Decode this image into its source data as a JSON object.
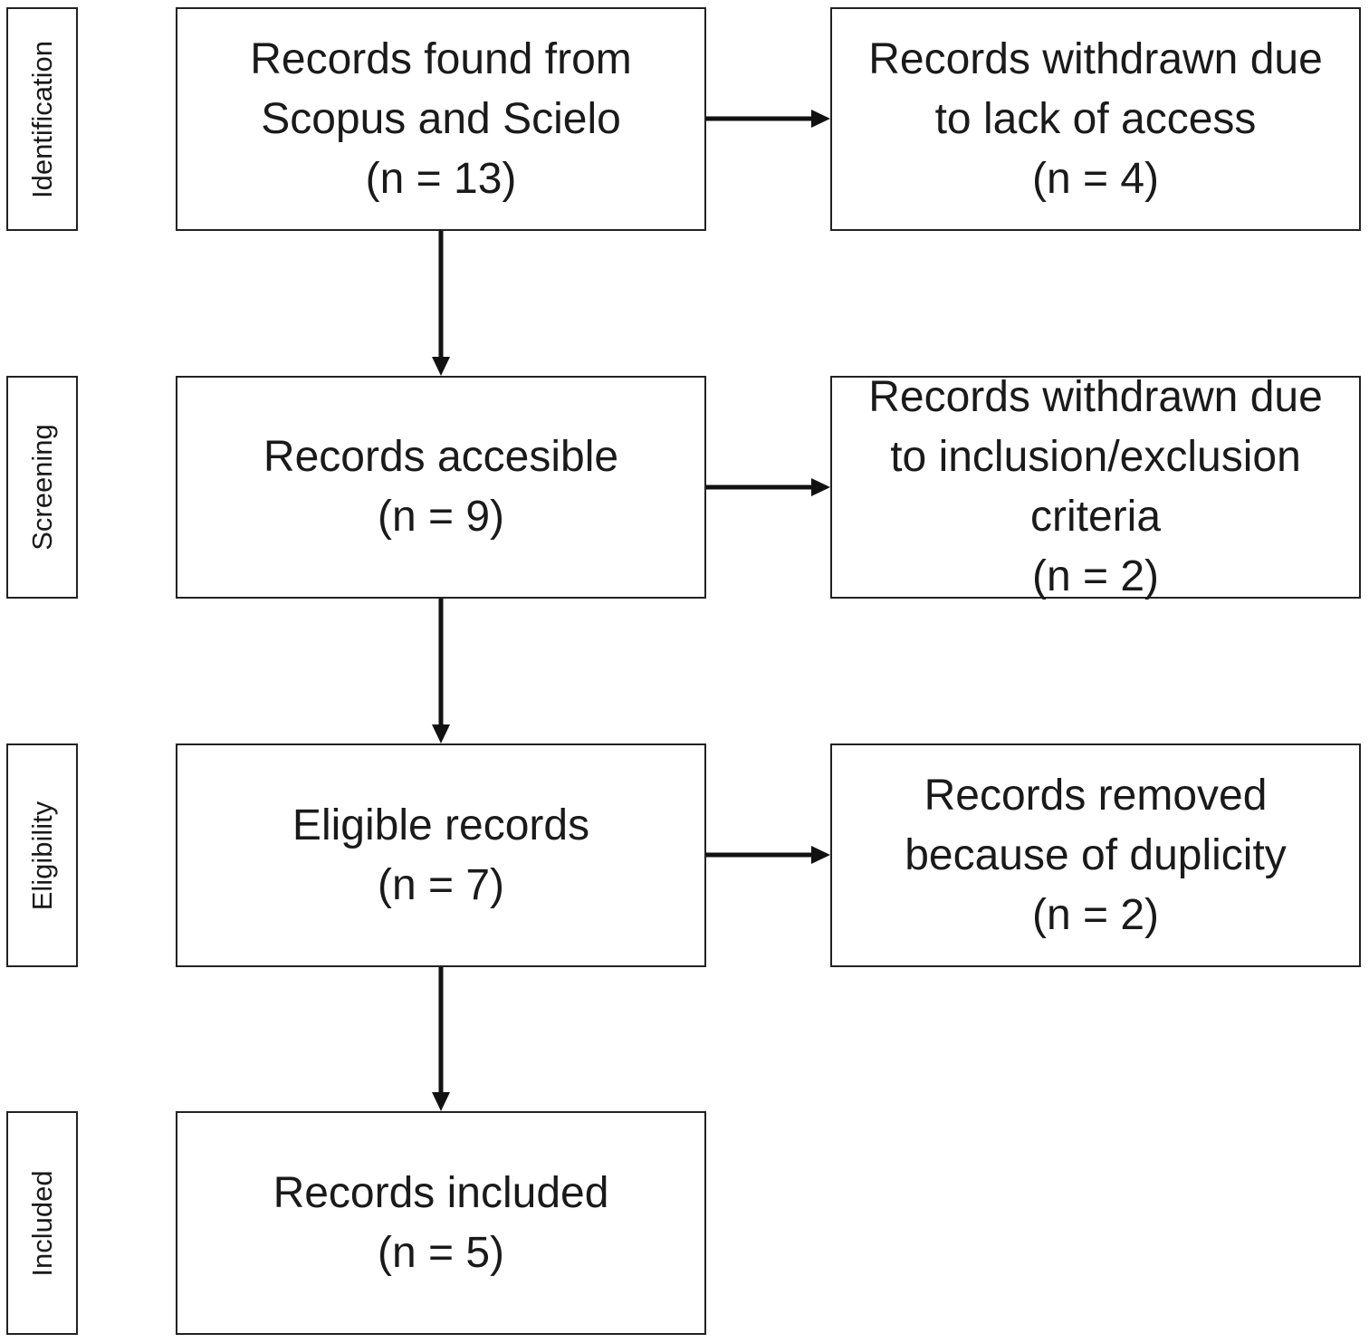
{
  "stages": [
    {
      "id": "identification",
      "label": "Identification"
    },
    {
      "id": "screening",
      "label": "Screening"
    },
    {
      "id": "eligibility",
      "label": "Eligibility"
    },
    {
      "id": "included",
      "label": "Included"
    }
  ],
  "main_boxes": [
    {
      "id": "found",
      "lines": [
        "Records found from",
        "Scopus and Scielo",
        "(n = 13)"
      ]
    },
    {
      "id": "accessible",
      "lines": [
        "Records accesible",
        "(n = 9)"
      ]
    },
    {
      "id": "eligible",
      "lines": [
        "Eligible records",
        "(n = 7)"
      ]
    },
    {
      "id": "included",
      "lines": [
        "Records included",
        "(n = 5)"
      ]
    }
  ],
  "side_boxes": [
    {
      "id": "no-access",
      "lines": [
        "Records withdrawn due",
        "to lack of access",
        "(n = 4)"
      ]
    },
    {
      "id": "criteria",
      "lines": [
        "Records withdrawn due",
        "to inclusion/exclusion",
        "criteria",
        "(n = 2)"
      ]
    },
    {
      "id": "duplicity",
      "lines": [
        "Records removed",
        "because of duplicity",
        "(n = 2)"
      ]
    }
  ]
}
